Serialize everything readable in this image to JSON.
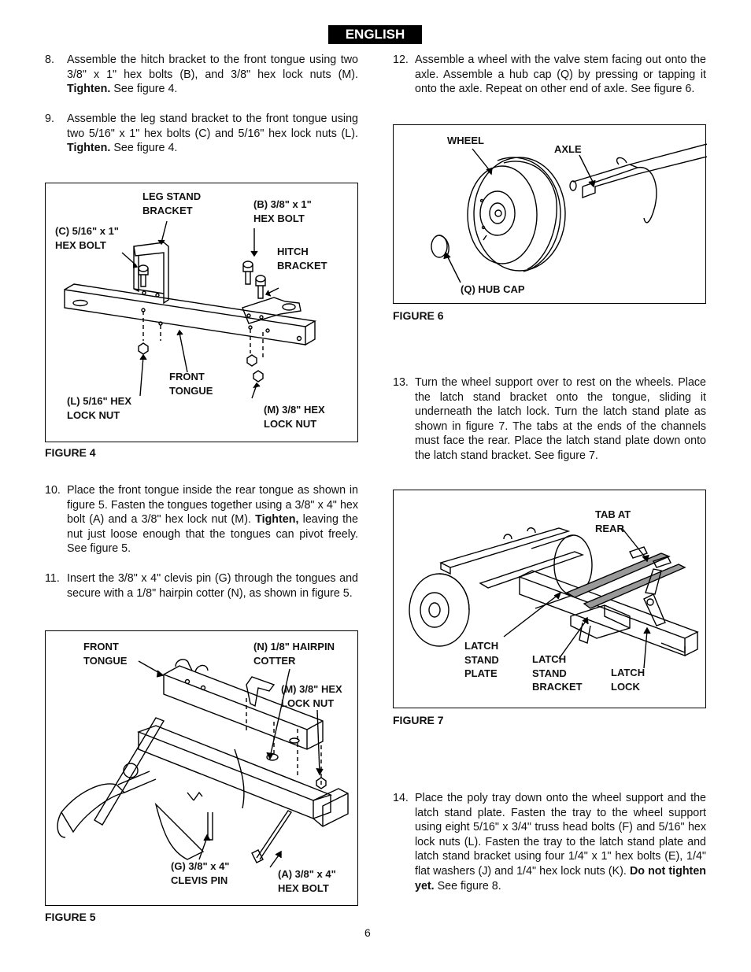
{
  "header": {
    "language": "ENGLISH"
  },
  "steps": [
    {
      "num": "8.",
      "pre": "Assemble the hitch bracket to the front tongue using two 3/8\" x 1\" hex bolts (B), and 3/8\" hex lock nuts (M).",
      "bold": "Tighten.",
      "post": "See figure 4."
    },
    {
      "num": "9.",
      "pre": "Assemble the leg stand bracket to the front tongue using two 5/16\" x 1\" hex bolts (C) and 5/16\" hex lock nuts (L).",
      "bold": "Tighten.",
      "post": "See figure 4."
    },
    {
      "num": "10.",
      "pre": "Place the front tongue inside the rear tongue as shown in figure 5. Fasten the tongues together using a 3/8\" x 4\" hex bolt (A) and a 3/8\" hex lock nut (M).",
      "bold": "Tighten,",
      "post": "leaving the nut just loose enough that the tongues can pivot freely. See figure 5."
    },
    {
      "num": "11.",
      "text": "Insert the 3/8\" x 4\" clevis pin (G) through the tongues and secure with a 1/8\" hairpin cotter (N), as shown in figure 5."
    },
    {
      "num": "12.",
      "text": "Assemble a wheel with the valve stem facing out onto the axle. Assemble a hub cap (Q) by pressing or tapping it onto the axle. Repeat on other end of axle. See figure 6."
    },
    {
      "num": "13.",
      "text": "Turn the wheel support over to rest on the wheels. Place the latch stand bracket onto the tongue, sliding it underneath the latch lock. Turn the latch stand plate as shown in figure 7. The tabs at the ends of the channels must face the rear. Place the latch stand plate down onto the latch stand bracket.  See figure 7."
    },
    {
      "num": "14.",
      "pre": "Place the poly tray down onto the wheel support and the latch stand plate. Fasten the tray to the wheel support using eight 5/16\" x 3/4\" truss head bolts (F) and 5/16\" hex lock nuts (L). Fasten the tray to the latch stand plate and latch stand bracket using four 1/4\" x 1\" hex bolts (E), 1/4\" flat washers (J) and 1/4\" hex lock nuts (K).",
      "bold": "Do not tighten yet.",
      "post": "See figure 8."
    }
  ],
  "figures": {
    "fig4": {
      "label": "FIGURE 4",
      "callouts": {
        "leg_stand": "LEG STAND\nBRACKET",
        "b_bolt": "(B) 3/8\" x 1\"\nHEX BOLT",
        "c_bolt": "(C) 5/16\" x 1\"\nHEX BOLT",
        "hitch": "HITCH\nBRACKET",
        "front_tongue": "FRONT\nTONGUE",
        "l_nut": "(L) 5/16\" HEX\nLOCK NUT",
        "m_nut": "(M) 3/8\" HEX\nLOCK NUT"
      }
    },
    "fig5": {
      "label": "FIGURE 5",
      "callouts": {
        "front_tongue": "FRONT\nTONGUE",
        "n_cotter": "(N) 1/8\" HAIRPIN\nCOTTER",
        "m_nut": "(M) 3/8\" HEX\nLOCK NUT",
        "g_pin": "(G) 3/8\" x 4\"\nCLEVIS PIN",
        "a_bolt": "(A) 3/8\" x 4\"\nHEX BOLT"
      }
    },
    "fig6": {
      "label": "FIGURE 6",
      "callouts": {
        "wheel": "WHEEL",
        "axle": "AXLE",
        "hub_cap": "(Q) HUB CAP"
      }
    },
    "fig7": {
      "label": "FIGURE 7",
      "callouts": {
        "tab": "TAB AT\nREAR",
        "plate": "LATCH\nSTAND\nPLATE",
        "bracket": "LATCH\nSTAND\nBRACKET",
        "lock": "LATCH\nLOCK"
      }
    }
  },
  "footer": {
    "page_number": "6"
  }
}
